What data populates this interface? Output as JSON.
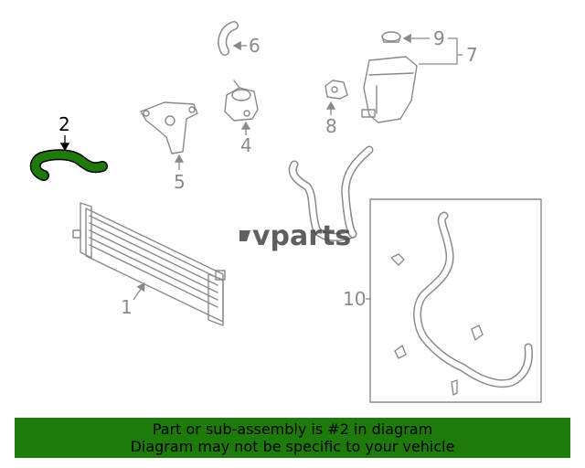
{
  "callouts": {
    "c1": "1",
    "c2": "2",
    "c4": "4",
    "c5": "5",
    "c6": "6",
    "c7": "7",
    "c8": "8",
    "c9": "9",
    "c10": "10"
  },
  "watermark": "vparts",
  "highlight_color": "#1d7a0b",
  "banner": {
    "line1": "Part or sub-assembly is #2 in diagram",
    "line2": "Diagram may not be specific to your vehicle"
  }
}
